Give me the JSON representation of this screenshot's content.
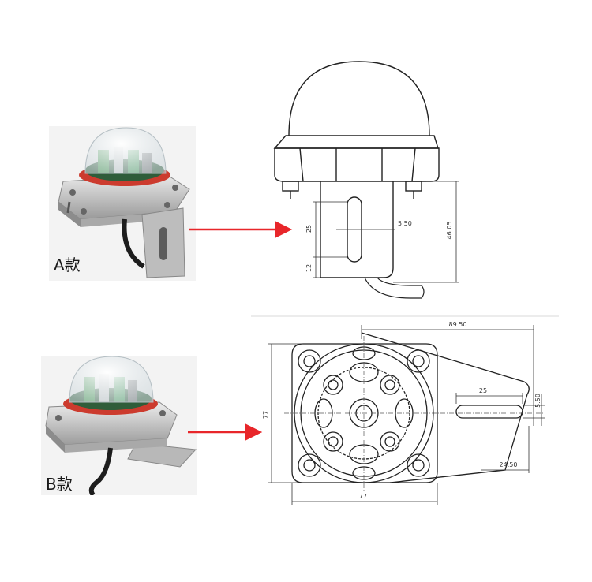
{
  "header": {
    "left_title": "",
    "right_title": ""
  },
  "colors": {
    "arrow": "#e8262a",
    "line": "#222222",
    "dim": "#333333",
    "accent": "#1f5aa6"
  },
  "variant_a": {
    "label": "A款",
    "dimensions": {
      "slot_length": "25",
      "slot_width": "5.50",
      "total_height": "46.05",
      "bottom_offset": "12"
    }
  },
  "variant_b": {
    "label": "B款",
    "dimensions": {
      "overall_length": "89.50",
      "slot_length": "25",
      "slot_width": "5.50",
      "slot_edge": "24.50",
      "body_width": "77",
      "body_height": "77"
    }
  },
  "icons": {
    "arrow_a": "arrow-right-icon",
    "arrow_b": "arrow-right-icon"
  }
}
